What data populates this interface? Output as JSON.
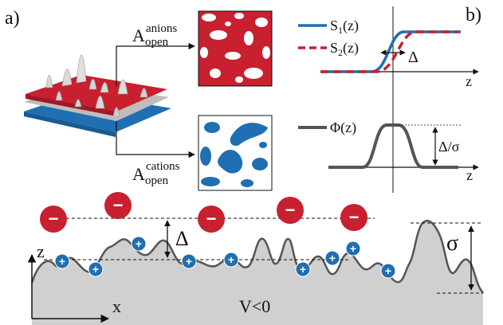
{
  "panel_a": {
    "label": "a)",
    "anions_label": {
      "base": "A",
      "sub": "open",
      "sup": "anions"
    },
    "cations_label": {
      "base": "A",
      "sub": "open",
      "sup": "cations"
    }
  },
  "panel_b": {
    "label": "b)",
    "legend_s1": {
      "base": "S",
      "sub": "1",
      "arg": "(z)"
    },
    "legend_s2": {
      "base": "S",
      "sub": "2",
      "arg": "(z)"
    },
    "delta_top": "Δ",
    "axis_z_top": "z",
    "legend_phi": "Φ(z)",
    "delta_over_sigma": "Δ/σ",
    "axis_z_bottom": "z"
  },
  "bottom": {
    "delta": "Δ",
    "sigma": "σ",
    "axis_z": "z",
    "axis_x": "x",
    "potential": "V<0",
    "minus": "−",
    "plus": "+"
  },
  "colors": {
    "red": "#c8202f",
    "blue": "#1f6fb2",
    "gray_fill": "#d0d0d0",
    "gray_line": "#555555"
  }
}
